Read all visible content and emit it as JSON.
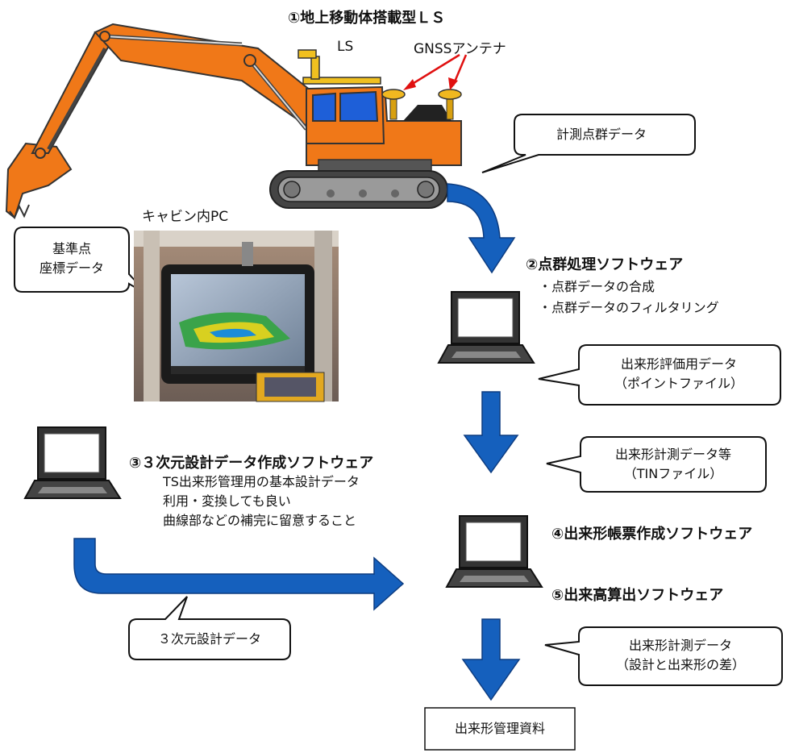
{
  "title": "①地上移動体搭載型ＬＳ",
  "labels": {
    "ls": "LS",
    "gnss": "GNSSアンテナ",
    "cabin_pc": "キャビン内PC"
  },
  "bubbles": {
    "point_cloud": "計測点群データ",
    "ref_point_line1": "基準点",
    "ref_point_line2": "座標データ",
    "eval_data_line1": "出来形評価用データ",
    "eval_data_line2": "（ポイントファイル）",
    "tin_line1": "出来形計測データ等",
    "tin_line2": "（TINファイル）",
    "design_3d": "３次元設計データ",
    "diff_line1": "出来形計測データ",
    "diff_line2": "（設計と出来形の差）"
  },
  "steps": {
    "step2_title": "②点群処理ソフトウェア",
    "step2_item1": "・点群データの合成",
    "step2_item2": "・点群データのフィルタリング",
    "step3_title": "③３次元設計データ作成ソフトウェア",
    "step3_line1": "TS出来形管理用の基本設計データ",
    "step3_line2": "利用・変換しても良い",
    "step3_line3": "曲線部などの補完に留意すること",
    "step4_title": "④出来形帳票作成ソフトウェア",
    "step5_title": "⑤出来高算出ソフトウェア"
  },
  "final_box": "出来形管理資料",
  "colors": {
    "excavator": "#f07818",
    "arrow_blue": "#1560bd",
    "gnss_arrow": "#e01010"
  }
}
